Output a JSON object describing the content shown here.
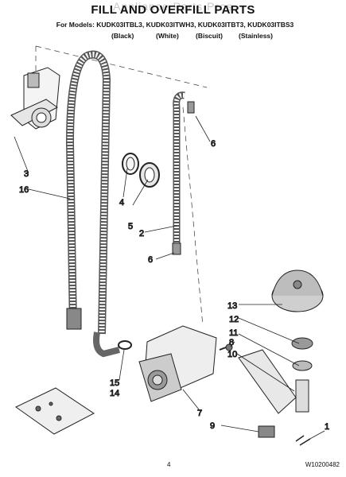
{
  "watermark": "Appliance Parts Pros",
  "title": "FILL AND OVERFILL PARTS",
  "models_line": "For Models: KUDK03ITBL3, KUDK03ITWH3, KUDK03ITBT3, KUDK03ITBS3",
  "colors": [
    "(Black)",
    "(White)",
    "(Biscuit)",
    "(Stainless)"
  ],
  "callouts": {
    "c1": "1",
    "c2": "2",
    "c3": "3",
    "c4": "4",
    "c5": "5",
    "c6a": "6",
    "c6b": "6",
    "c7": "7",
    "c8": "8",
    "c9": "9",
    "c10": "10",
    "c11": "11",
    "c12": "12",
    "c13": "13",
    "c14": "14",
    "c15": "15",
    "c16": "16"
  },
  "footer": {
    "page": "4",
    "code": "W10200482"
  }
}
